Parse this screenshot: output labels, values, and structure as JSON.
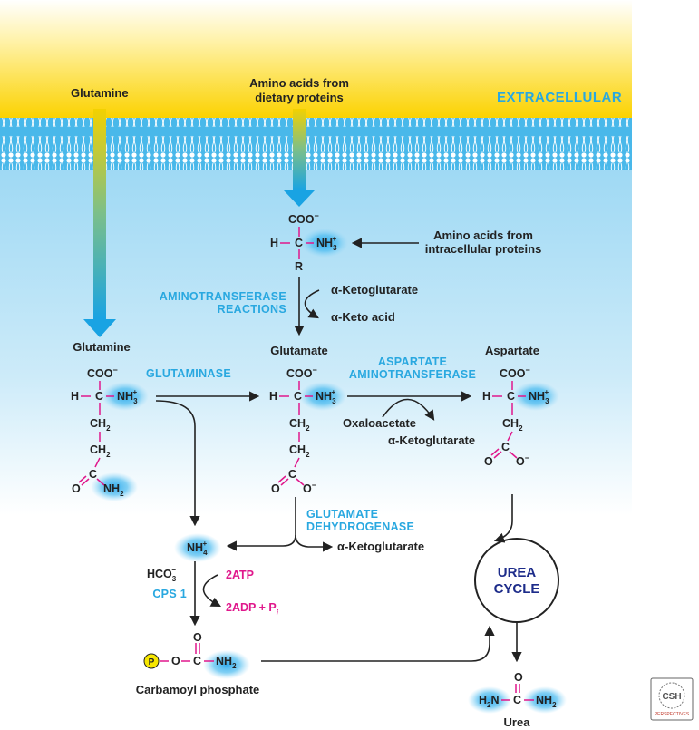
{
  "labels": {
    "extracellular": "EXTRACELLULAR",
    "glutamine_top": "Glutamine",
    "amino_dietary_1": "Amino acids from",
    "amino_dietary_2": "dietary proteins",
    "amino_intracellular_1": "Amino acids from",
    "amino_intracellular_2": "intracellular proteins",
    "glutamine": "Glutamine",
    "glutamate": "Glutamate",
    "aspartate": "Aspartate",
    "alpha_ketoglutarate": "α-Ketoglutarate",
    "alpha_keto_acid": "α-Keto acid",
    "oxaloacetate": "Oxaloacetate",
    "alpha_ketoglutarate_2": "α-Ketoglutarate",
    "alpha_ketoglutarate_3": "α-Ketoglutarate",
    "carbamoyl_phosphate": "Carbamoyl phosphate",
    "urea": "Urea",
    "urea_cycle_1": "UREA",
    "urea_cycle_2": "CYCLE",
    "logo_text": "CSH PERSPECTIVES"
  },
  "enzymes": {
    "aminotransferase_1": "AMINOTRANSFERASE",
    "aminotransferase_2": "REACTIONS",
    "glutaminase": "GLUTAMINASE",
    "aspartate_at_1": "ASPARTATE",
    "aspartate_at_2": "AMINOTRANSFERASE",
    "glu_dh_1": "GLUTAMATE",
    "glu_dh_2": "DEHYDROGENASE",
    "cps1": "CPS 1"
  },
  "cofactors": {
    "atp": "2ATP",
    "adp": "2ADP + P",
    "adp_sub": "i",
    "hco3": "HCO",
    "hco3_sub": "3",
    "hco3_sup": "−"
  },
  "chem": {
    "coo": "COO",
    "coo_minus": "−",
    "h": "H",
    "c": "C",
    "r": "R",
    "nh3": "NH",
    "nh3_sub": "3",
    "nh3_sup": "+",
    "nh4": "NH",
    "nh4_sub": "4",
    "nh4_sup": "+",
    "ch2": "CH",
    "ch2_sub": "2",
    "o": "O",
    "o_minus": "O",
    "nh2": "NH",
    "nh2_sub": "2",
    "h2n": "H",
    "h2n_sub": "2",
    "h2n_n": "N",
    "p": "P"
  },
  "colors": {
    "membrane_top": "#fbd200",
    "cyto": "#bfe6f8",
    "enzyme": "#29a8e0",
    "bond": "#e0188c",
    "urea_cycle": "#1d2c8a",
    "glow": "#3bb4ee",
    "phosphate": "#f6e600"
  }
}
